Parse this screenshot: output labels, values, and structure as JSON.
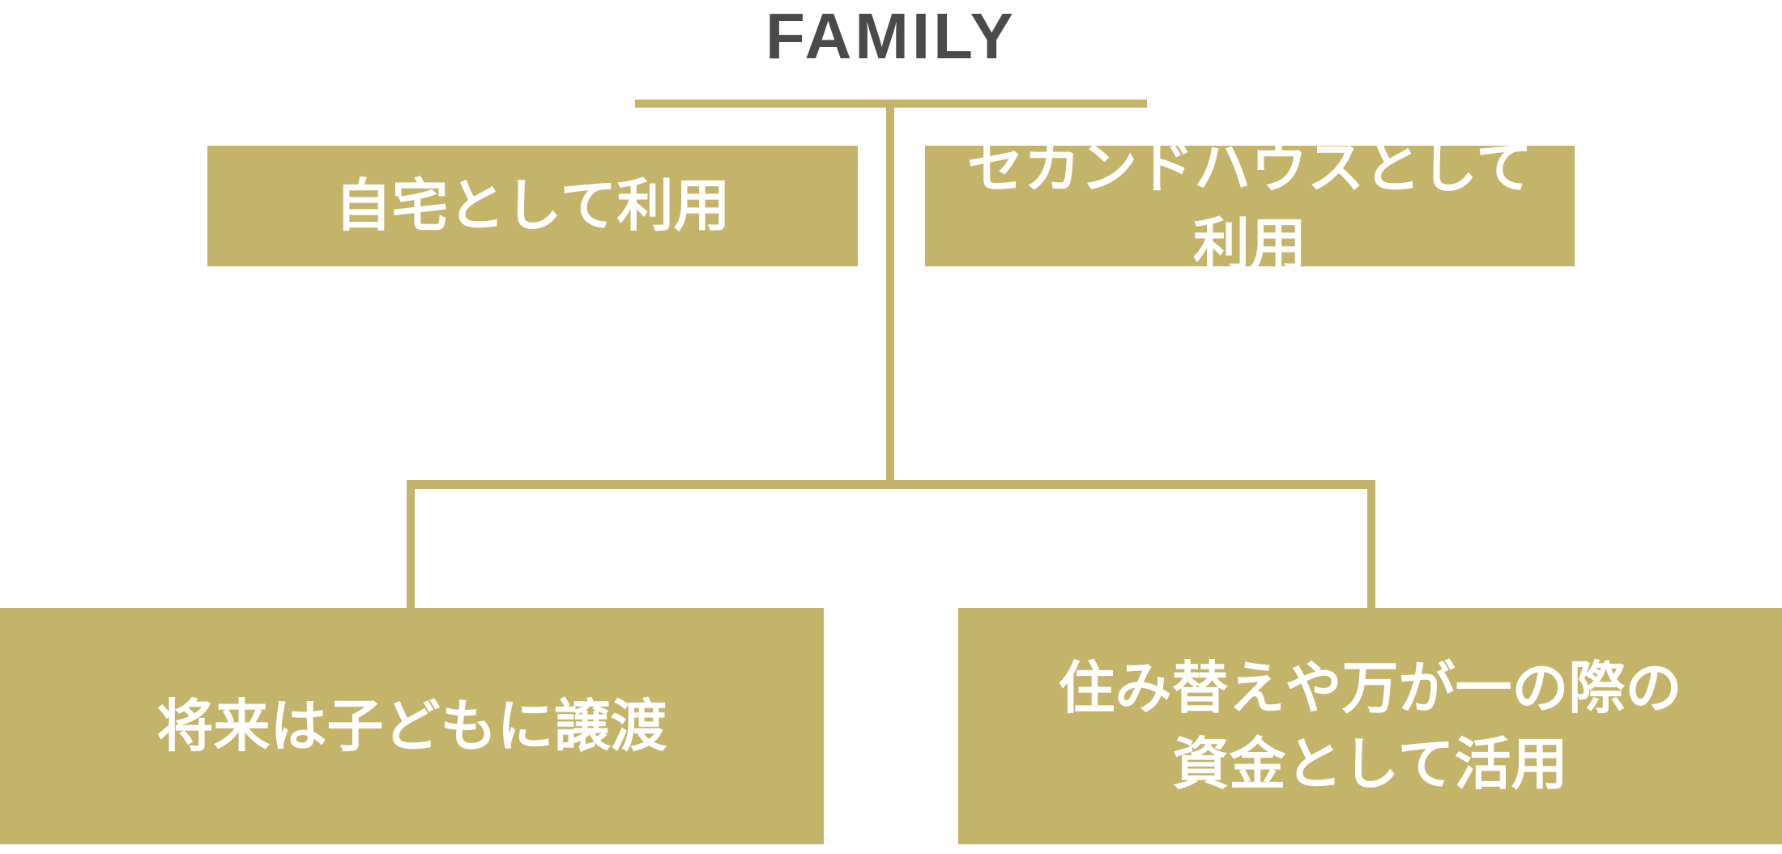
{
  "diagram": {
    "title": "FAMILY",
    "nodes": {
      "top_left": "自宅として利用",
      "top_right": "セカンドハウスとして利用",
      "bottom_left": "将来は子どもに譲渡",
      "bottom_right_line1": "住み替えや万が一の際の",
      "bottom_right_line2": "資金として活用"
    },
    "colors": {
      "accent": "#c4b46a",
      "title": "#4a4a48",
      "box_text": "#ffffff"
    }
  }
}
